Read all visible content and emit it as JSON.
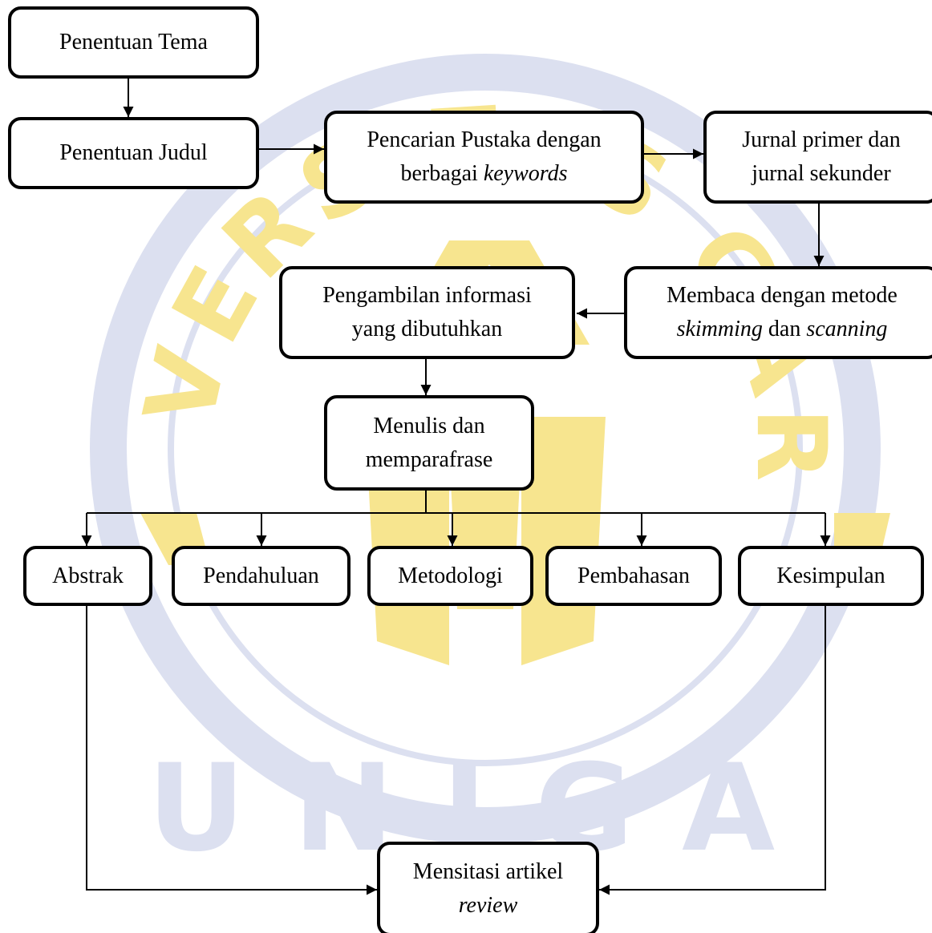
{
  "colors": {
    "watermark_yellow": "#F7E58F",
    "watermark_blue": "#DCE0F0",
    "stroke": "#000000",
    "box_fill": "#FFFFFF"
  },
  "watermark": {
    "arc_text": "UNIVERSITAS GARUT",
    "bottom_text": "UNIGA"
  },
  "nodes": {
    "tema": {
      "line1": "Penentuan Tema"
    },
    "judul": {
      "line1": "Penentuan Judul"
    },
    "pencarian": {
      "line1": "Pencarian Pustaka dengan",
      "line2_pre": "berbagai ",
      "line2_em": "keywords"
    },
    "jurnal": {
      "line1": "Jurnal primer dan",
      "line2": "jurnal sekunder"
    },
    "membaca": {
      "line1": "Membaca dengan metode",
      "line2_em1": "skimming",
      "line2_mid": " dan ",
      "line2_em2": "scanning"
    },
    "pengambilan": {
      "line1": "Pengambilan informasi",
      "line2": "yang dibutuhkan"
    },
    "menulis": {
      "line1": "Menulis dan",
      "line2": "memparafrase"
    },
    "abstrak": {
      "line1": "Abstrak"
    },
    "pendahuluan": {
      "line1": "Pendahuluan"
    },
    "metodologi": {
      "line1": "Metodologi"
    },
    "pembahasan": {
      "line1": "Pembahasan"
    },
    "kesimpulan": {
      "line1": "Kesimpulan"
    },
    "mensitasi": {
      "line1": "Mensitasi artikel",
      "line2_em": "review"
    }
  },
  "edges": [
    {
      "from": "tema",
      "to": "judul"
    },
    {
      "from": "judul",
      "to": "pencarian"
    },
    {
      "from": "pencarian",
      "to": "jurnal"
    },
    {
      "from": "jurnal",
      "to": "membaca"
    },
    {
      "from": "membaca",
      "to": "pengambilan"
    },
    {
      "from": "pengambilan",
      "to": "menulis"
    },
    {
      "from": "menulis",
      "to": "abstrak"
    },
    {
      "from": "menulis",
      "to": "pendahuluan"
    },
    {
      "from": "menulis",
      "to": "metodologi"
    },
    {
      "from": "menulis",
      "to": "pembahasan"
    },
    {
      "from": "menulis",
      "to": "kesimpulan"
    },
    {
      "from": "abstrak",
      "to": "mensitasi"
    },
    {
      "from": "kesimpulan",
      "to": "mensitasi"
    }
  ]
}
